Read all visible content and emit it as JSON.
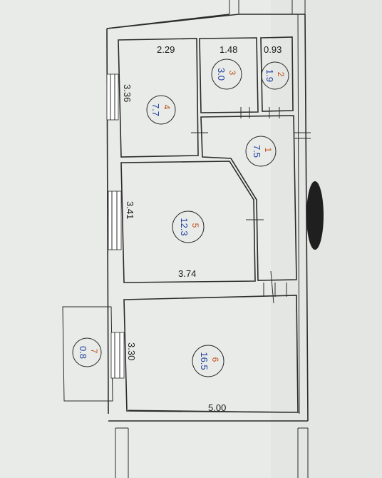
{
  "plan": {
    "dimensions": {
      "d1": "2.29",
      "d2": "1.48",
      "d3": "0.93",
      "d4": "3.36",
      "d5": "3.41",
      "d6": "3.74",
      "d7": "3.30",
      "d8": "5.00"
    },
    "rooms": [
      {
        "number": "1",
        "area": "7.5"
      },
      {
        "number": "2",
        "area": "1.9"
      },
      {
        "number": "3",
        "area": "3.0"
      },
      {
        "number": "4",
        "area": "7.7"
      },
      {
        "number": "5",
        "area": "12.3"
      },
      {
        "number": "6",
        "area": "16.5"
      },
      {
        "number": "7",
        "area": "0.8"
      }
    ]
  },
  "colors": {
    "room_number": "#c0531f",
    "room_area": "#1b3f9c",
    "paper": "#e9ebe8",
    "line": "#2b2b2b"
  }
}
